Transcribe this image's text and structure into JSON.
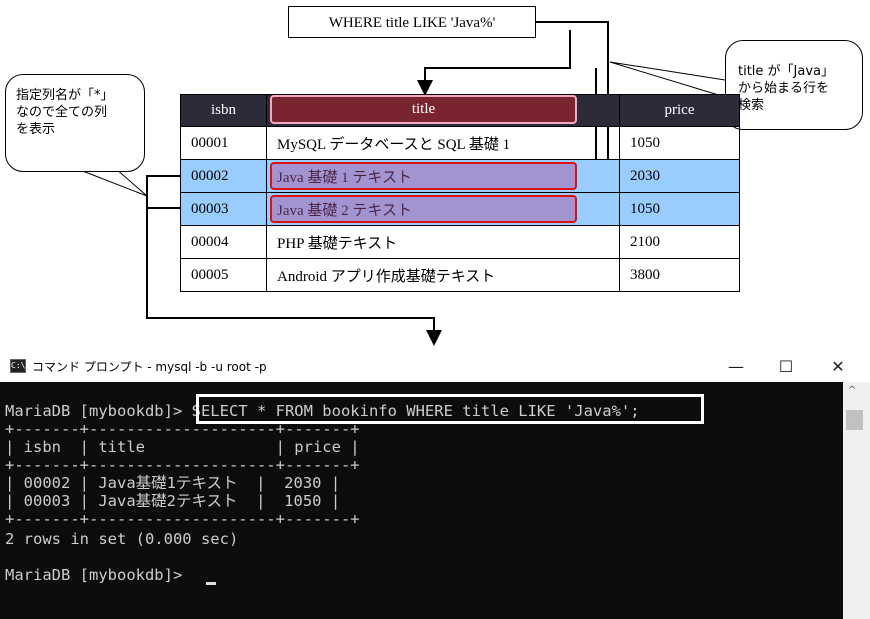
{
  "diagram": {
    "query_label": "WHERE title LIKE 'Java%'",
    "callout_left": [
      "指定列名が「*」",
      "なので全ての列",
      "を表示"
    ],
    "callout_right": [
      "title が「Java」",
      "から始まる行を",
      "検索"
    ],
    "table": {
      "headers": [
        "isbn",
        "title",
        "price"
      ],
      "rows": [
        {
          "isbn": "00001",
          "title": "MySQL データベースと SQL 基礎 1",
          "price": "1050"
        },
        {
          "isbn": "00002",
          "title": "Java 基礎 1 テキスト",
          "price": "2030"
        },
        {
          "isbn": "00003",
          "title": "Java 基礎 2 テキスト",
          "price": "1050"
        },
        {
          "isbn": "00004",
          "title": "PHP 基礎テキスト",
          "price": "2100"
        },
        {
          "isbn": "00005",
          "title": "Android アプリ作成基礎テキスト",
          "price": "3800"
        }
      ]
    }
  },
  "window": {
    "icon": "C:\\",
    "title": "コマンド プロンプト - mysql  -b -u root -p",
    "minimize": "—",
    "maximize": "☐",
    "close": "✕"
  },
  "terminal": {
    "prompt": "MariaDB [mybookdb]> ",
    "command": "SELECT * FROM bookinfo WHERE title LIKE 'Java%';",
    "border": "+-------+--------------------+-------+",
    "header": "| isbn  | title              | price |",
    "row1": "| 00002 | Java基礎1テキスト  |  2030 |",
    "row2": "| 00003 | Java基礎2テキスト  |  1050 |",
    "result": "2 rows in set (0.000 sec)",
    "prompt2": "MariaDB [mybookdb]> "
  }
}
